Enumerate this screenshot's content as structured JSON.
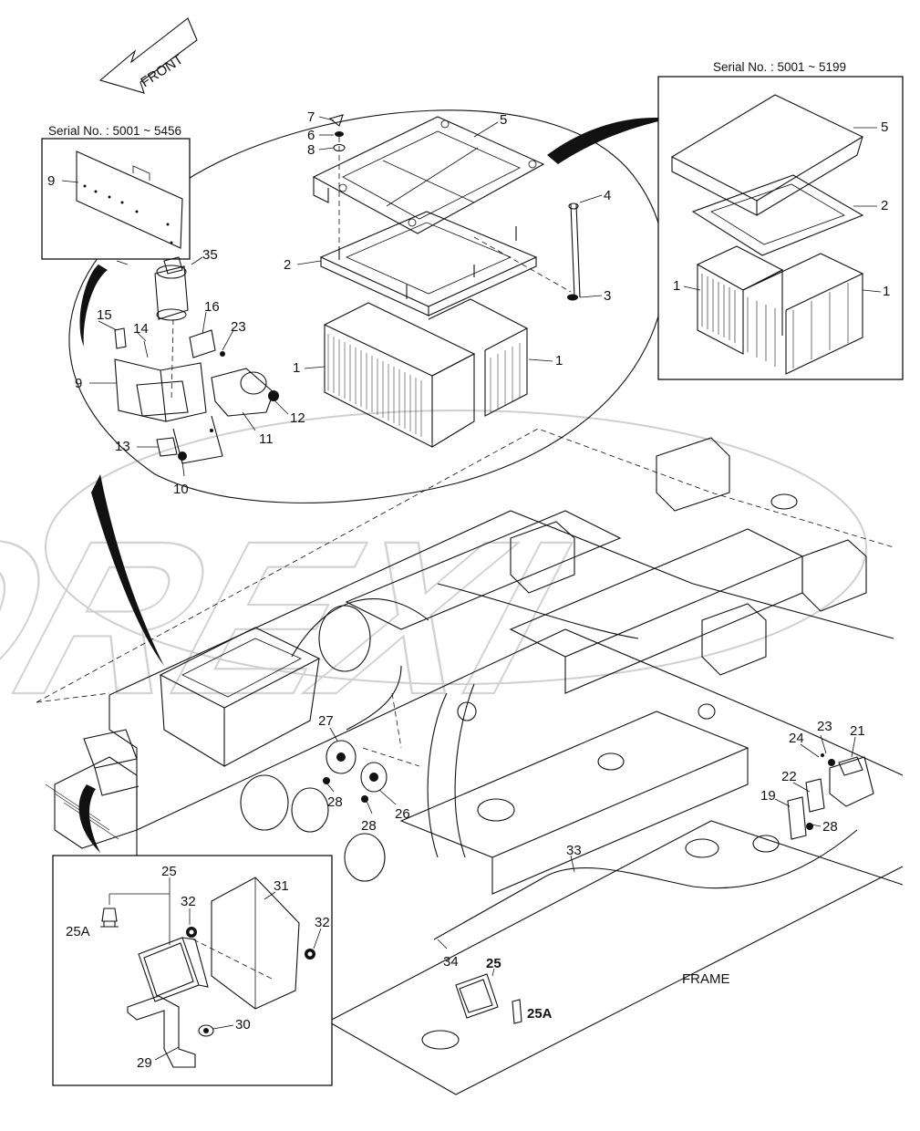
{
  "diagram": {
    "front_label": "FRONT",
    "frame_label": "FRAME",
    "watermark": "OREXI",
    "colors": {
      "line": "#111111",
      "watermark": "#cfcfcf",
      "background": "#ffffff"
    },
    "inset_left": {
      "serial": "Serial No. : 5001 ~ 5456",
      "labels": [
        "9"
      ]
    },
    "inset_right": {
      "serial": "Serial No. : 5001 ~ 5199",
      "labels": [
        "5",
        "2",
        "1",
        "1"
      ]
    },
    "callouts": {
      "c1a": "1",
      "c1b": "1",
      "c2": "2",
      "c3": "3",
      "c4": "4",
      "c5": "5",
      "c6": "6",
      "c7": "7",
      "c8": "8",
      "c9": "9",
      "c10": "10",
      "c11": "11",
      "c12": "12",
      "c13": "13",
      "c14": "14",
      "c15": "15",
      "c16": "16",
      "c23": "23",
      "c35": "35",
      "m27": "27",
      "m28a": "28",
      "m28b": "28",
      "m26": "26",
      "r23": "23",
      "r24": "24",
      "r21": "21",
      "r22": "22",
      "r19": "19",
      "r28": "28",
      "r33": "33",
      "r34": "34",
      "r25": "25",
      "r25a": "25A"
    },
    "inset_bottom": {
      "labels": {
        "b25": "25",
        "b32a": "32",
        "b31": "31",
        "b32b": "32",
        "b25a": "25A",
        "b30": "30",
        "b29": "29"
      }
    }
  }
}
